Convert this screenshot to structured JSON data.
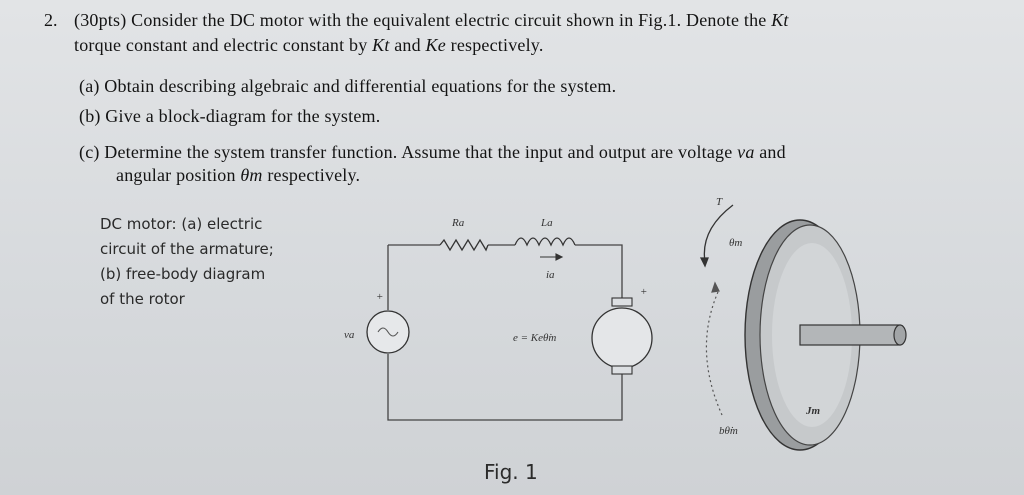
{
  "problem": {
    "number": "2.",
    "points": "(30pts)",
    "text_1a": "Consider the DC motor with the equivalent electric circuit shown in Fig.1. Denote the",
    "sym_kt": "Kt",
    "text_1b": "",
    "text_2a": "torque constant and electric constant by",
    "text_2b": "and",
    "sym_ke": "Ke",
    "text_2c": "respectively."
  },
  "parts": {
    "a": {
      "label": "(a)",
      "text": "Obtain describing algebraic and differential equations for the system."
    },
    "b": {
      "label": "(b)",
      "text": "Give a block-diagram for the system."
    },
    "c": {
      "label": "(c)",
      "text_1": "Determine the system transfer function. Assume that the input and output are voltage",
      "sym_va": "va",
      "text_1b": "and",
      "text_2a": "angular position",
      "sym_theta": "θm",
      "text_2b": "respectively."
    }
  },
  "figure": {
    "caption": [
      "DC motor: (a) electric",
      "circuit of the armature;",
      "(b) free-body diagram",
      "of the rotor"
    ],
    "labels": {
      "ra": "Ra",
      "la": "La",
      "ia": "ia",
      "va": "va",
      "plus": "+",
      "emf": "e = Keθ̇m",
      "torque": "T",
      "theta": "θm",
      "damping": "bθ̇m",
      "inertia": "Jm"
    },
    "title": "Fig. 1"
  }
}
